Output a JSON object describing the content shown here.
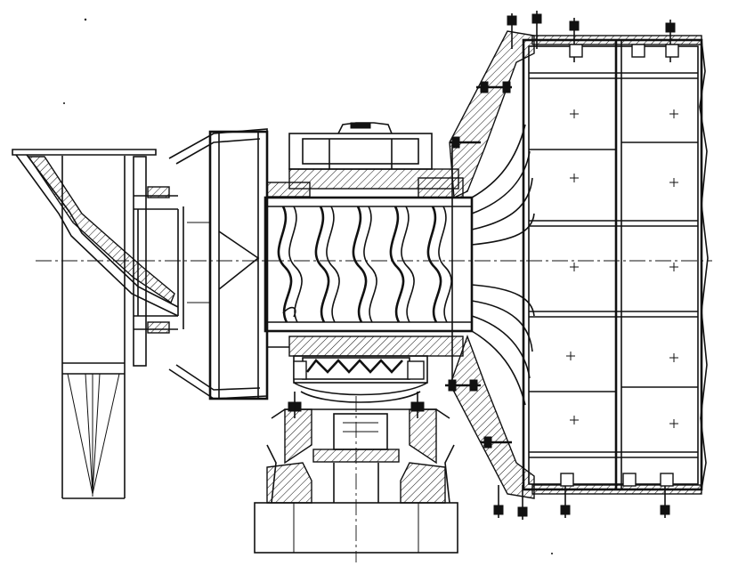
{
  "drawing": {
    "style": "technical cross-section line drawing",
    "ink_color": "#111111",
    "paper_color": "#ffffff",
    "components": [
      {
        "id": "inlet-duct",
        "icon": "hopper-icon"
      },
      {
        "id": "feed-housing",
        "icon": "housing-icon"
      },
      {
        "id": "helical-rotor",
        "icon": "spiral-blade-icon"
      },
      {
        "id": "main-bearing",
        "icon": "bearing-icon"
      },
      {
        "id": "pedestal-support",
        "icon": "support-icon"
      },
      {
        "id": "conical-transition",
        "icon": "cone-icon"
      },
      {
        "id": "mill-drum",
        "icon": "drum-icon"
      }
    ]
  }
}
